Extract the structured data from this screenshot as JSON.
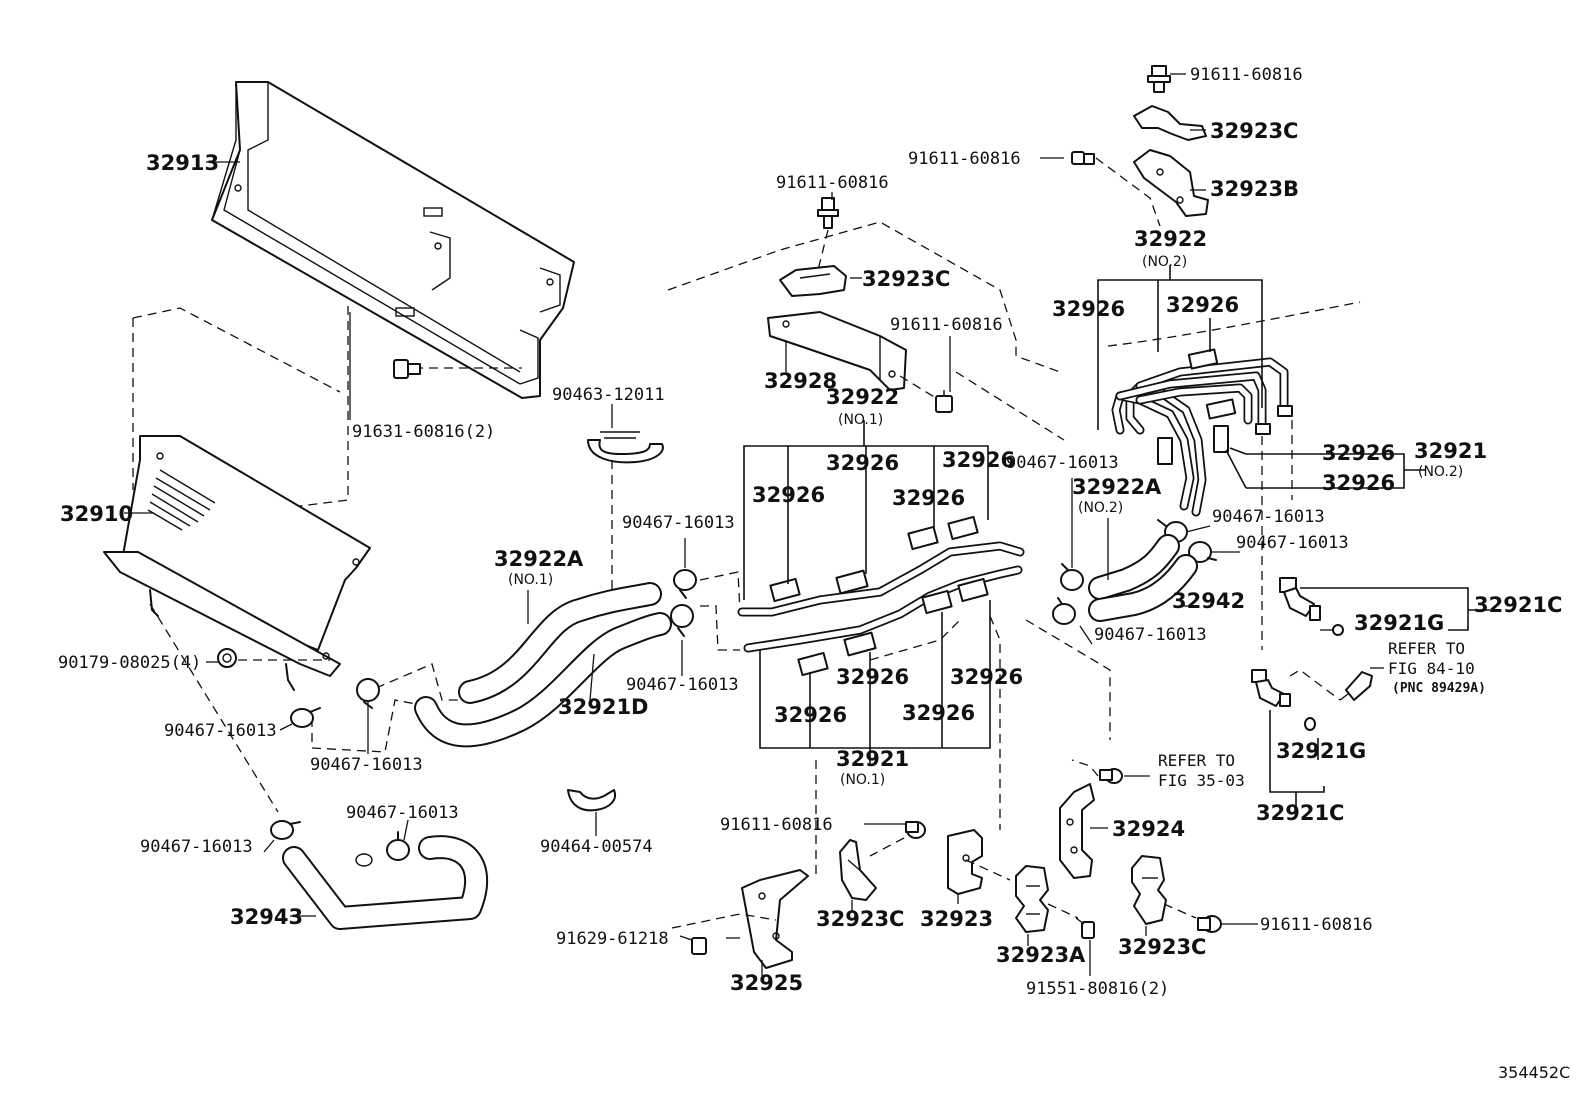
{
  "diagram_code": "354452C",
  "labels": {
    "p32913": "32913",
    "p32910": "32910",
    "p91631": "91631-60816(2)",
    "p90179": "90179-08025(4)",
    "p90467_left1": "90467-16013",
    "p90467_left2": "90467-16013",
    "p90467_left3": "90467-16013",
    "p90467_left4": "90467-16013",
    "p32943": "32943",
    "p90463": "90463-12011",
    "p90464": "90464-00574",
    "p32922A_no1": "32922A",
    "p32922A_no1_sub": "(NO.1)",
    "p32921D": "32921D",
    "p90467_mid1": "90467-16013",
    "p90467_mid2": "90467-16013",
    "p91611_a": "91611-60816",
    "p32923C_a": "32923C",
    "p32928": "32928",
    "p91611_b": "91611-60816",
    "p32922_no1": "32922",
    "p32922_no1_sub": "(NO.1)",
    "p32926_1": "32926",
    "p32926_2": "32926",
    "p32926_3": "32926",
    "p32926_4": "32926",
    "p32926_5": "32926",
    "p32926_6": "32926",
    "p32926_7": "32926",
    "p32926_8": "32926",
    "p32921_no1": "32921",
    "p32921_no1_sub": "(NO.1)",
    "p91611_c": "91611-60816",
    "p91629": "91629-61218",
    "p32925": "32925",
    "p32923C_b": "32923C",
    "p32923": "32923",
    "p32923A": "32923A",
    "p91551": "91551-80816(2)",
    "p32924": "32924",
    "p32923C_c": "32923C",
    "p91611_d": "91611-60816",
    "refer_35_line1": "REFER TO",
    "refer_35_line2": "FIG 35-03",
    "p91611_top": "91611-60816",
    "p32923C_top": "32923C",
    "p91611_e": "91611-60816",
    "p32923B": "32923B",
    "p32922_no2": "32922",
    "p32922_no2_sub": "(NO.2)",
    "p32926_r1": "32926",
    "p32926_r2": "32926",
    "p32926_r3": "32926",
    "p32926_r4": "32926",
    "p32921_no2": "32921",
    "p32921_no2_sub": "(NO.2)",
    "p90467_r1": "90467-16013",
    "p32922A_no2": "32922A",
    "p32922A_no2_sub": "(NO.2)",
    "p90467_r2": "90467-16013",
    "p90467_r3": "90467-16013",
    "p32942": "32942",
    "p90467_r4": "90467-16013",
    "p32921G_a": "32921G",
    "p32921C_a": "32921C",
    "refer_84_line1": "REFER TO",
    "refer_84_line2": "FIG 84-10",
    "refer_84_line3": "(PNC 89429A)",
    "p32921G_b": "32921G",
    "p32921C_b": "32921C"
  }
}
